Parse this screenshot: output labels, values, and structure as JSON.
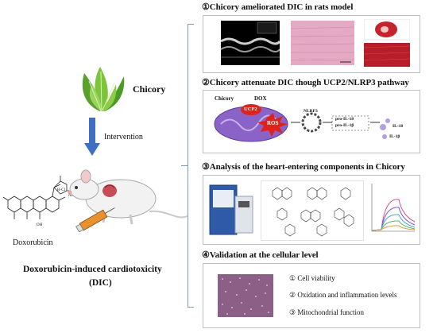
{
  "left": {
    "chicory_label": "Chicory",
    "intervention_label": "Intervention",
    "drug_label": "Doxorubicin",
    "structure_labels": {
      "hcl": "H-Cl",
      "nh2": "NH₂",
      "oh": "OH"
    },
    "dic_title": "Doxorubicin-induced cardiotoxicity",
    "dic_abbr": "(DIC)"
  },
  "panels": [
    {
      "title": "①Chicory ameliorated DIC in rats model"
    },
    {
      "title": "②Chicory attenuate DIC though UCP2/NLRP3 pathway"
    },
    {
      "title": "③Analysis of the heart-entering components in Chicory"
    },
    {
      "title": "④Validation at the cellular level"
    }
  ],
  "pathway": {
    "chicory": "Chicory",
    "dox": "DOX",
    "ucp2": "UCP2",
    "ros": "ROS",
    "nlrp3": "NLRP3",
    "pro_il18": "pro-IL-18",
    "pro_il1b": "pro-IL-1β",
    "il18": "IL-18",
    "il1b": "IL-1β"
  },
  "validation": {
    "items": [
      "① Cell viability",
      "② Oxidation and inflammation levels",
      "③ Mitochondrial function"
    ]
  },
  "colors": {
    "bracket": "#7d9bbd",
    "arrow": "#3f6fc4",
    "ros": "#e0221a",
    "ucp2": "#d9261c",
    "mito": "#8a62c8",
    "tissue": "#e6a9c3"
  }
}
